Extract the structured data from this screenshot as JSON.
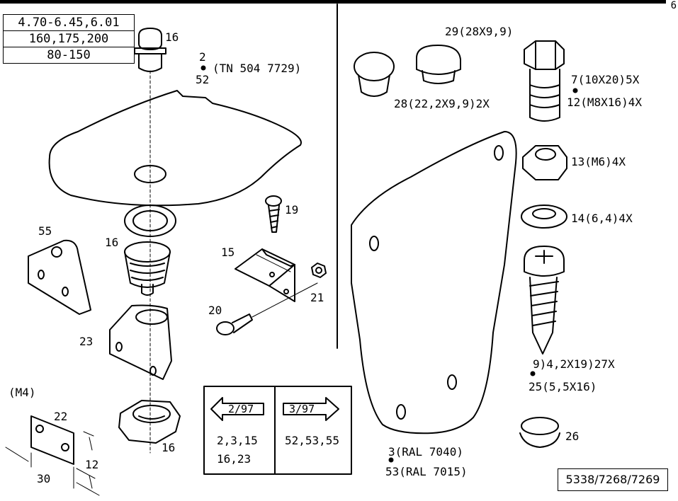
{
  "top_table": {
    "rows": [
      "4.70-6.45,6.01",
      "160,175,200",
      "80-150"
    ]
  },
  "corner_mark": "6",
  "labels": {
    "p16_top": "16",
    "p2": "2",
    "p52": "52",
    "tn_ref": "(TN 504 7729)",
    "p19": "19",
    "p55": "55",
    "p16_mid": "16",
    "p15": "15",
    "p21": "21",
    "p20": "20",
    "p23": "23",
    "m4": "(M4)",
    "p22": "22",
    "dim_12": "12",
    "dim_30": "30",
    "p16_bottom": "16",
    "p29": "29(28X9,9)",
    "p28": "28(22,2X9,9)2X",
    "p7": "7(10X20)5X",
    "p12": "12(M8X16)4X",
    "p13": "13(M6)4X",
    "p14": "14(6,4)4X",
    "p9": "9)4,2X19)27X",
    "p25": "25(5,5X16)",
    "p26": "26",
    "p3": "3(RAL 7040)",
    "p53": "53(RAL 7015)"
  },
  "version_box": {
    "left_arrow": "2/97",
    "right_arrow": "3/97",
    "left_parts_line1": "2,3,15",
    "left_parts_line2": "16,23",
    "right_parts": "52,53,55"
  },
  "ref_code": "5338/7268/7269"
}
